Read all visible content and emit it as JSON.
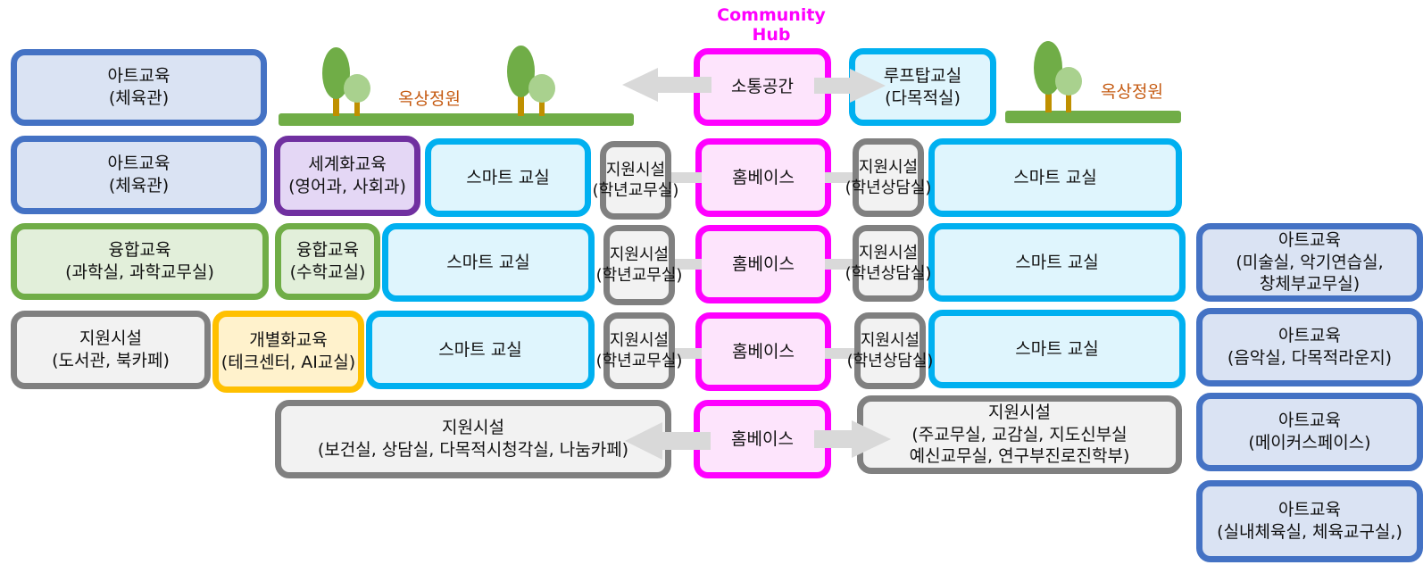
{
  "title": "Community Hub",
  "garden_label": "옥상정원",
  "colors": {
    "title": "#ff00ff",
    "garden_label": "#c55a11",
    "arts_border": "#4472c4",
    "convergence_border": "#70ad47",
    "global_border": "#7030a0",
    "smart_border": "#00b0f0",
    "homebase_border": "#ff00ff",
    "support_border": "#808080",
    "personal_border": "#ffc000",
    "arrow": "#d9d9d9"
  },
  "boxes": {
    "arts_gym_1": [
      "아트교육",
      "(체육관)"
    ],
    "arts_gym_2": [
      "아트교육",
      "(체육관)"
    ],
    "communication_space": [
      "소통공간"
    ],
    "rooftop_class": [
      "루프탑교실",
      "(다목적실)"
    ],
    "global_ed": [
      "세계화교육",
      "(영어과, 사회과)"
    ],
    "smart_class_1": [
      "스마트 교실"
    ],
    "support_grade_office_1": [
      "지원시설",
      "(학년교무실)"
    ],
    "homebase_1": [
      "홈베이스"
    ],
    "support_grade_counsel_1": [
      "지원시설",
      "(학년상담실)"
    ],
    "smart_class_2": [
      "스마트 교실"
    ],
    "convergence_science": [
      "융합교육",
      "(과학실, 과학교무실)"
    ],
    "convergence_math": [
      "융합교육",
      "(수학교실)"
    ],
    "smart_class_3": [
      "스마트 교실"
    ],
    "support_grade_office_2": [
      "지원시설",
      "(학년교무실)"
    ],
    "homebase_2": [
      "홈베이스"
    ],
    "support_grade_counsel_2": [
      "지원시설",
      "(학년상담실)"
    ],
    "smart_class_4": [
      "스마트 교실"
    ],
    "arts_art": [
      "아트교육",
      "(미술실, 악기연습실,",
      "창체부교무실)"
    ],
    "support_library": [
      "지원시설",
      "(도서관, 북카페)"
    ],
    "personal_ed": [
      "개별화교육",
      "(테크센터, AI교실)"
    ],
    "smart_class_5": [
      "스마트 교실"
    ],
    "support_grade_office_3": [
      "지원시설",
      "(학년교무실)"
    ],
    "homebase_3": [
      "홈베이스"
    ],
    "support_grade_counsel_3": [
      "지원시설",
      "(학년상담실)"
    ],
    "smart_class_6": [
      "스마트 교실"
    ],
    "arts_music": [
      "아트교육",
      "(음악실, 다목적라운지)"
    ],
    "support_health": [
      "지원시설",
      "(보건실, 상담실, 다목적시청각실, 나눔카페)"
    ],
    "homebase_4": [
      "홈베이스"
    ],
    "support_admin": [
      "지원시설",
      "(주교무실, 교감실, 지도신부실",
      "예신교무실, 연구부진로진학부)"
    ],
    "arts_maker": [
      "아트교육",
      "(메이커스페이스)"
    ],
    "arts_pe": [
      "아트교육",
      "(실내체육실, 체육교구실,)"
    ]
  }
}
